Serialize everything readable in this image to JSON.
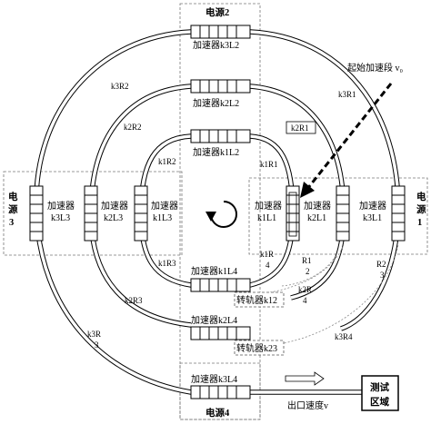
{
  "power_sources": {
    "top": "电源2",
    "right_line1": "电",
    "right_line2": "源",
    "right_line3": "1",
    "left_line1": "电",
    "left_line2": "源",
    "left_line3": "3",
    "bottom": "电源4"
  },
  "accelerators": {
    "k3L2": "加速器k3L2",
    "k2L2": "加速器k2L2",
    "k1L2": "加速器k1L2",
    "k1L4": "加速器k1L4",
    "k2L4": "加速器k2L4",
    "k3L4": "加速器k3L4",
    "k3L3_top": "加速器",
    "k3L3_bottom": "k3L3",
    "k2L3_top": "加速器",
    "k2L3_bottom": "k2L3",
    "k1L3_top": "加速器",
    "k1L3_bottom": "k1L3",
    "k1L1_top": "加速器",
    "k1L1_bottom": "k1L1",
    "k2L1_top": "加速器",
    "k2L1_bottom": "k2L1",
    "k3L1_top": "加速器",
    "k3L1_bottom": "k3L1"
  },
  "switches": {
    "k12": "转轨器k12",
    "k23": "转轨器k23"
  },
  "segment_labels": {
    "k3R2": "k3R2",
    "k3R1": "k3R1",
    "k2R2": "k2R2",
    "k2R1": "k2R1",
    "k1R2": "k1R2",
    "k1R1": "k1R1",
    "k1R3": "k1R3",
    "k2R3": "k2R3",
    "k3R3_a": "k3R",
    "k3R3_b": "3",
    "k1R4_a": "k1R",
    "k1R4_b": "4",
    "R1_a": "R1",
    "R1_b": "2",
    "k2R4_a": "k2R",
    "k2R4_b": "4",
    "R2_a": "R2",
    "R2_b": "3",
    "k3R4": "k3R4"
  },
  "annotations": {
    "start_segment": "起始加速段 v₀",
    "test_area_line1": "测试",
    "test_area_line2": "区域",
    "exit_velocity": "出口速度v"
  }
}
